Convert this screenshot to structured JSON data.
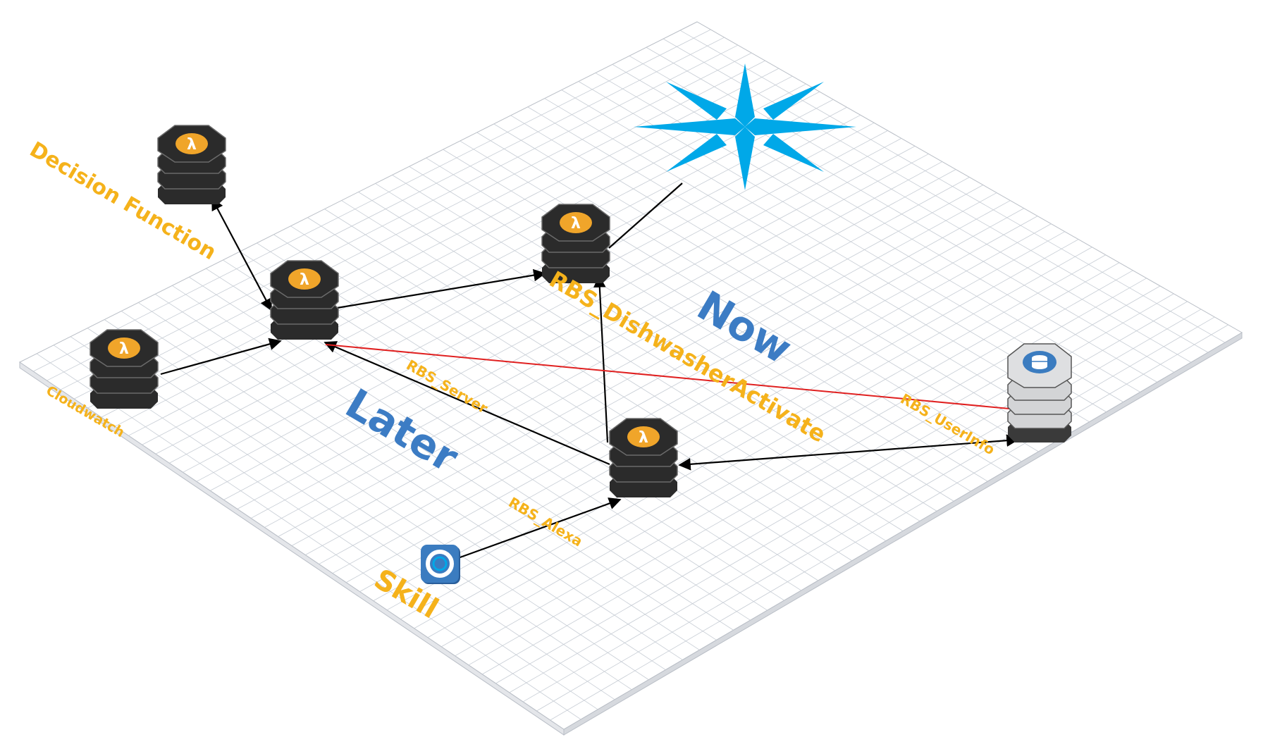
{
  "labels": {
    "decision_function": "Decision Function",
    "cloudwatch": "Cloudwatch",
    "rbs_server": "RBS_Server",
    "rbs_dishwasher": "RBS_DishwasherActivate",
    "rbs_userinfo": "RBS_UserInfo",
    "rbs_alexa": "RBS_Alexa",
    "skill": "Skill",
    "now": "Now",
    "later": "Later"
  },
  "colors": {
    "label_orange": "#f5b21b",
    "label_blue": "#3c7cc4",
    "lambda_body": "#2b2b2b",
    "lambda_badge": "#f0a52a",
    "db_body": "#d3d4d6",
    "db_badge": "#3b7cc0",
    "star": "#00a8e8",
    "red_line": "#e02020",
    "grid_line": "#c6ccd4"
  },
  "icons": {
    "lambda": "lambda-stack-icon",
    "database": "database-stack-icon",
    "alexa": "alexa-skill-icon",
    "star": "compass-star-icon"
  }
}
